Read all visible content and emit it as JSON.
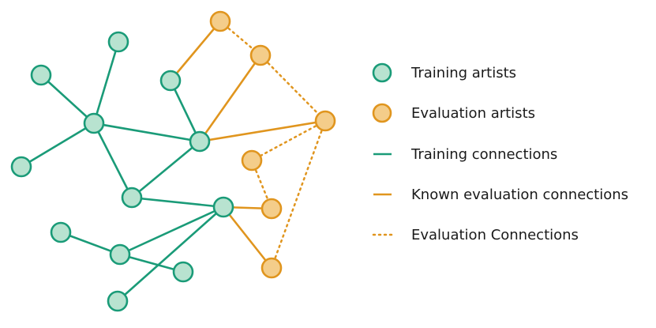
{
  "colors": {
    "training_fill": "#b8e3d0",
    "training_stroke": "#1a9b78",
    "evaluation_fill": "#f4cd8a",
    "evaluation_stroke": "#e0951e"
  },
  "graph": {
    "training_nodes": [
      "t1",
      "t2",
      "t3",
      "t4",
      "t5",
      "t6",
      "t7",
      "t8",
      "t9",
      "t10",
      "t11",
      "t12"
    ],
    "evaluation_nodes": [
      "e1",
      "e2",
      "e3",
      "e4",
      "e5",
      "e6"
    ],
    "training_edges": [
      [
        "t2",
        "t3"
      ],
      [
        "t1",
        "t3"
      ],
      [
        "t4",
        "t3"
      ],
      [
        "t3",
        "t5"
      ],
      [
        "t3",
        "t7"
      ],
      [
        "t6",
        "t7"
      ],
      [
        "t5",
        "t7"
      ],
      [
        "t5",
        "t8"
      ],
      [
        "t8",
        "t11"
      ],
      [
        "t9",
        "t11"
      ],
      [
        "t10",
        "t11"
      ],
      [
        "t8",
        "t12"
      ]
    ],
    "known_evaluation_edges": [
      [
        "t6",
        "e1"
      ],
      [
        "t7",
        "e2"
      ],
      [
        "t7",
        "e3"
      ],
      [
        "t8",
        "e4"
      ],
      [
        "t8",
        "e6"
      ]
    ],
    "evaluation_edges": [
      [
        "e1",
        "e2"
      ],
      [
        "e2",
        "e3"
      ],
      [
        "e3",
        "e5"
      ],
      [
        "e5",
        "e4"
      ],
      [
        "e3",
        "e6"
      ]
    ]
  },
  "legend": {
    "training_artists": "Training artists",
    "evaluation_artists": "Evaluation artists",
    "training_connections": "Training connections",
    "known_evaluation_connections": "Known evaluation connections",
    "evaluation_connections": "Evaluation Connections"
  }
}
